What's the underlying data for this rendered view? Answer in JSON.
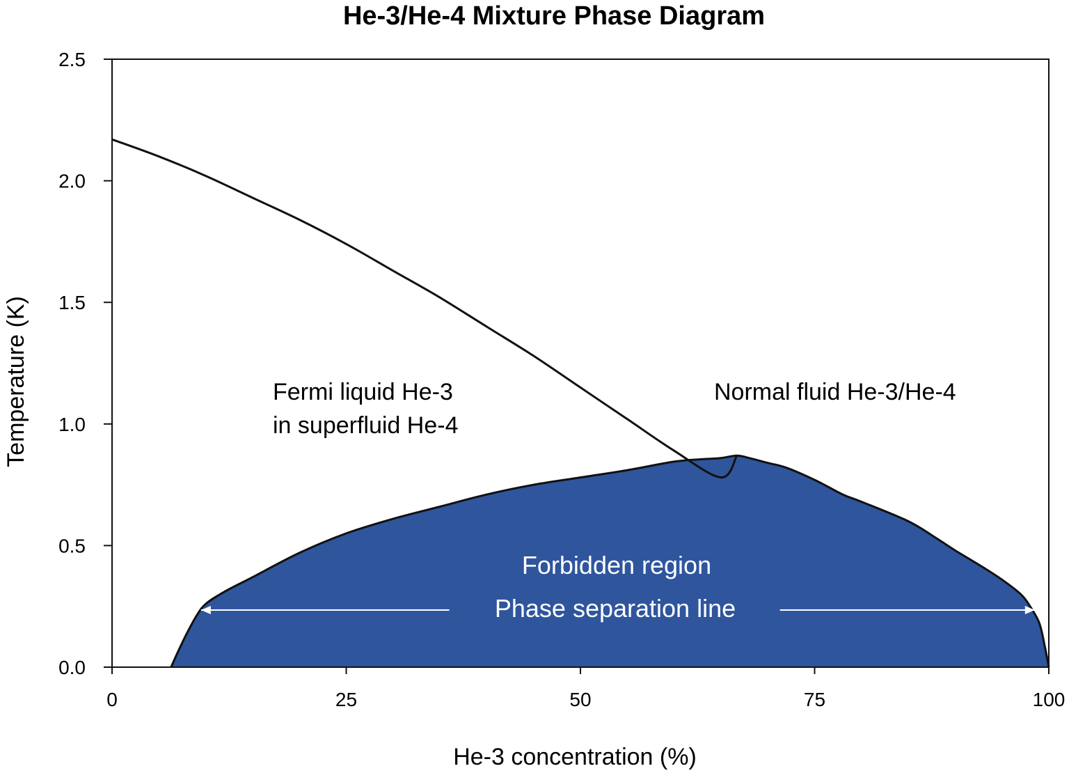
{
  "chart_data": {
    "type": "area",
    "title": "He-3/He-4 Mixture Phase Diagram",
    "xlabel": "He-3 concentration (%)",
    "ylabel": "Temperature (K)",
    "xlim": [
      0,
      100
    ],
    "ylim": [
      0,
      2.5
    ],
    "x_ticks": [
      "0",
      "25",
      "50",
      "75",
      "100"
    ],
    "y_ticks": [
      "0.0",
      "0.5",
      "1.0",
      "1.5",
      "2.0",
      "2.5"
    ],
    "grid": false,
    "colors": {
      "forbidden_fill": "#2f559d",
      "line": "#111111",
      "arrow": "#ffffff"
    },
    "series": [
      {
        "kind": "lambda-line",
        "x": [
          0,
          5,
          10,
          15,
          20,
          25,
          30,
          35,
          40,
          45,
          50,
          55,
          60,
          65,
          66.7
        ],
        "y": [
          2.17,
          2.1,
          2.02,
          1.93,
          1.84,
          1.74,
          1.63,
          1.52,
          1.4,
          1.28,
          1.15,
          1.02,
          0.89,
          0.78,
          0.87
        ]
      },
      {
        "kind": "forbidden-region",
        "x": [
          6.3,
          7,
          8,
          9,
          10,
          12,
          15,
          20,
          25,
          30,
          35,
          40,
          45,
          50,
          55,
          60,
          63,
          65,
          66.7,
          68,
          70,
          72,
          75,
          78,
          80,
          85,
          88,
          90,
          93,
          95,
          97,
          98,
          99,
          99.6,
          100
        ],
        "y": [
          0.0,
          0.06,
          0.14,
          0.21,
          0.26,
          0.31,
          0.37,
          0.47,
          0.55,
          0.61,
          0.66,
          0.71,
          0.75,
          0.78,
          0.81,
          0.845,
          0.855,
          0.86,
          0.87,
          0.86,
          0.84,
          0.82,
          0.77,
          0.71,
          0.68,
          0.6,
          0.53,
          0.48,
          0.41,
          0.36,
          0.3,
          0.25,
          0.18,
          0.08,
          0.0
        ]
      }
    ],
    "annotations": {
      "fermi_line1": "Fermi liquid He-3",
      "fermi_line2": "in superfluid He-4",
      "normal": "Normal fluid He-3/He-4",
      "forbidden": "Forbidden region",
      "separation": "Phase separation line"
    }
  }
}
